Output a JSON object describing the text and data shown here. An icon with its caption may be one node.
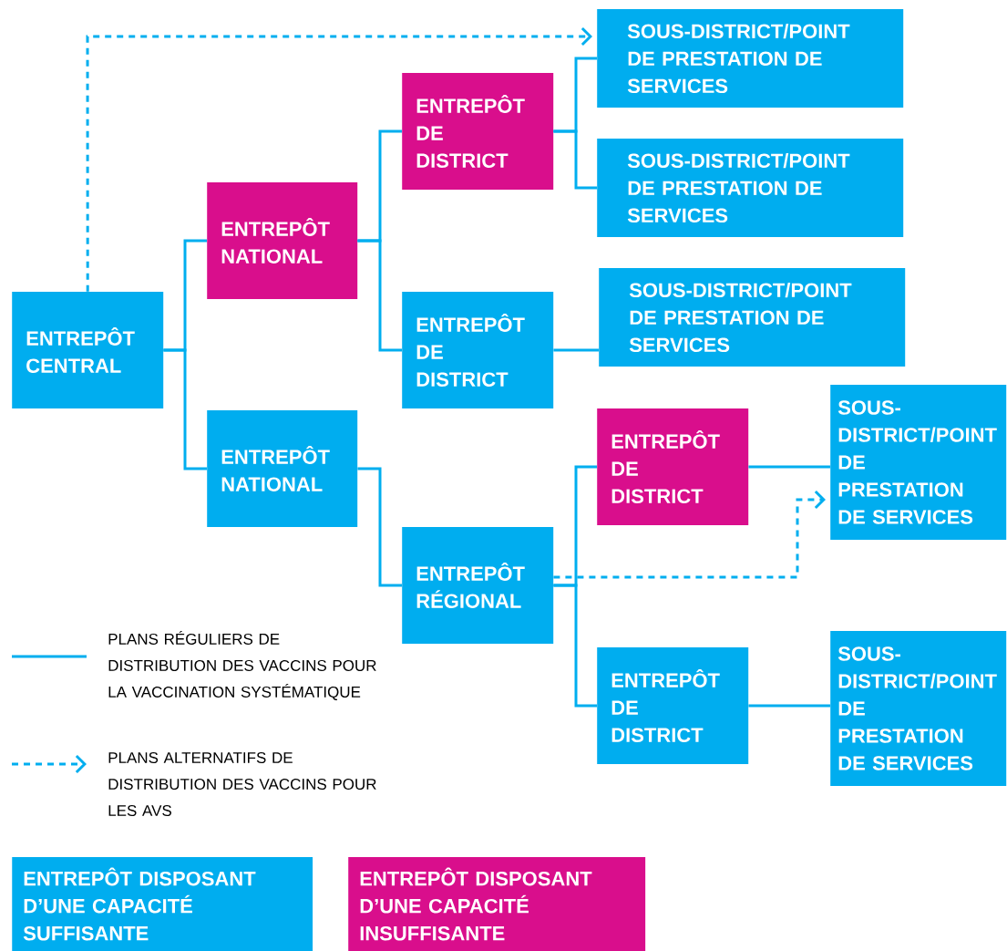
{
  "diagram": {
    "nodes": [
      {
        "text": [
          "ENTREPÔT CENTRAL"
        ]
      },
      {
        "text": [
          "ENTREPÔT NATIONAL"
        ]
      },
      {
        "text": [
          "ENTREPÔT NATIONAL"
        ]
      },
      {
        "text": [
          "ENTREPÔT DE DISTRICT"
        ]
      },
      {
        "text": [
          "ENTREPÔT DE DISTRICT"
        ]
      },
      {
        "text": [
          "ENTREPÔT RÉGIONAL"
        ]
      },
      {
        "text": [
          "SOUS-DISTRICT/POINT DE PRESTATION DE SERVICES"
        ]
      },
      {
        "text": [
          "SOUS-DISTRICT/POINT DE PRESTATION DE SERVICES"
        ]
      },
      {
        "text": [
          "SOUS-DISTRICT/POINT DE PRESTATION DE SERVICES"
        ]
      },
      {
        "text": [
          "ENTREPÔT DE DISTRICT"
        ]
      },
      {
        "text": [
          "ENTREPÔT DE DISTRICT"
        ]
      },
      {
        "text": [
          "SOUS-DISTRICT/POINT DE PRESTATION DE SERVICES"
        ]
      },
      {
        "text": [
          "SOUS-DISTRICT/POINT DE PRESTATION DE SERVICES"
        ]
      }
    ],
    "edges": [
      {
        "from": 0,
        "to": 1,
        "arrow": "none"
      },
      {
        "from": 0,
        "to": 2,
        "arrow": "none"
      },
      {
        "from": 1,
        "to": 3,
        "arrow": "none"
      },
      {
        "from": 1,
        "to": 4,
        "arrow": "none"
      },
      {
        "from": 2,
        "to": 5,
        "arrow": "none"
      },
      {
        "from": 3,
        "to": 6,
        "arrow": "none"
      },
      {
        "from": 3,
        "to": 7,
        "arrow": "none"
      },
      {
        "from": 4,
        "to": 8,
        "arrow": "none"
      },
      {
        "from": 5,
        "to": 9,
        "arrow": "none"
      },
      {
        "from": 5,
        "to": 10,
        "arrow": "none"
      },
      {
        "from": 9,
        "to": 11,
        "arrow": "none"
      },
      {
        "from": 10,
        "to": 12,
        "arrow": "none"
      },
      {
        "from": 0,
        "to": 6,
        "arrow": "to",
        "style": "dashed"
      },
      {
        "from": 5,
        "to": 11,
        "arrow": "to",
        "style": "dashed"
      }
    ],
    "legend": [
      {
        "text": "PLANS RÉGULIERS DE DISTRIBUTION DES VACCINS POUR LA VACCINATION SYSTÉMATIQUE"
      },
      {
        "text": "PLANS ALTERNATIFS DE DISTRIBUTION DES VACCINS POUR LES AVS"
      },
      {
        "text": "ENTREPÔT DISPOSANT D’UNE CAPACITÉ SUFFISANTE",
        "color": "#00adef"
      },
      {
        "text": "ENTREPÔT DISPOSANT D’UNE CAPACITÉ INSUFFISANTE",
        "color": "#d90e8c"
      }
    ]
  }
}
